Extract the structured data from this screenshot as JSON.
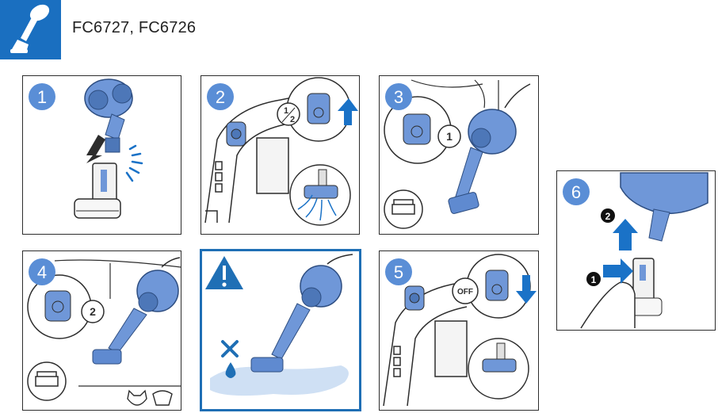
{
  "header": {
    "models": "FC6727, FC6726",
    "logo_icon": "handheld-vacuum-icon",
    "accent_color": "#1a6fc0"
  },
  "steps": {
    "s1": "1",
    "s2": "2",
    "s3": "3",
    "s4": "4",
    "s5": "5",
    "s6": "6"
  },
  "labels": {
    "half": "1",
    "half_den": "2",
    "one": "1",
    "two": "2",
    "off": "OFF",
    "sub1": "1",
    "sub2": "2"
  },
  "colors": {
    "blue_step": "#5a8ed6",
    "vacuum_blue": "#6f97d8",
    "arrow_blue": "#1a72c7",
    "water": "#cfe0f4"
  }
}
